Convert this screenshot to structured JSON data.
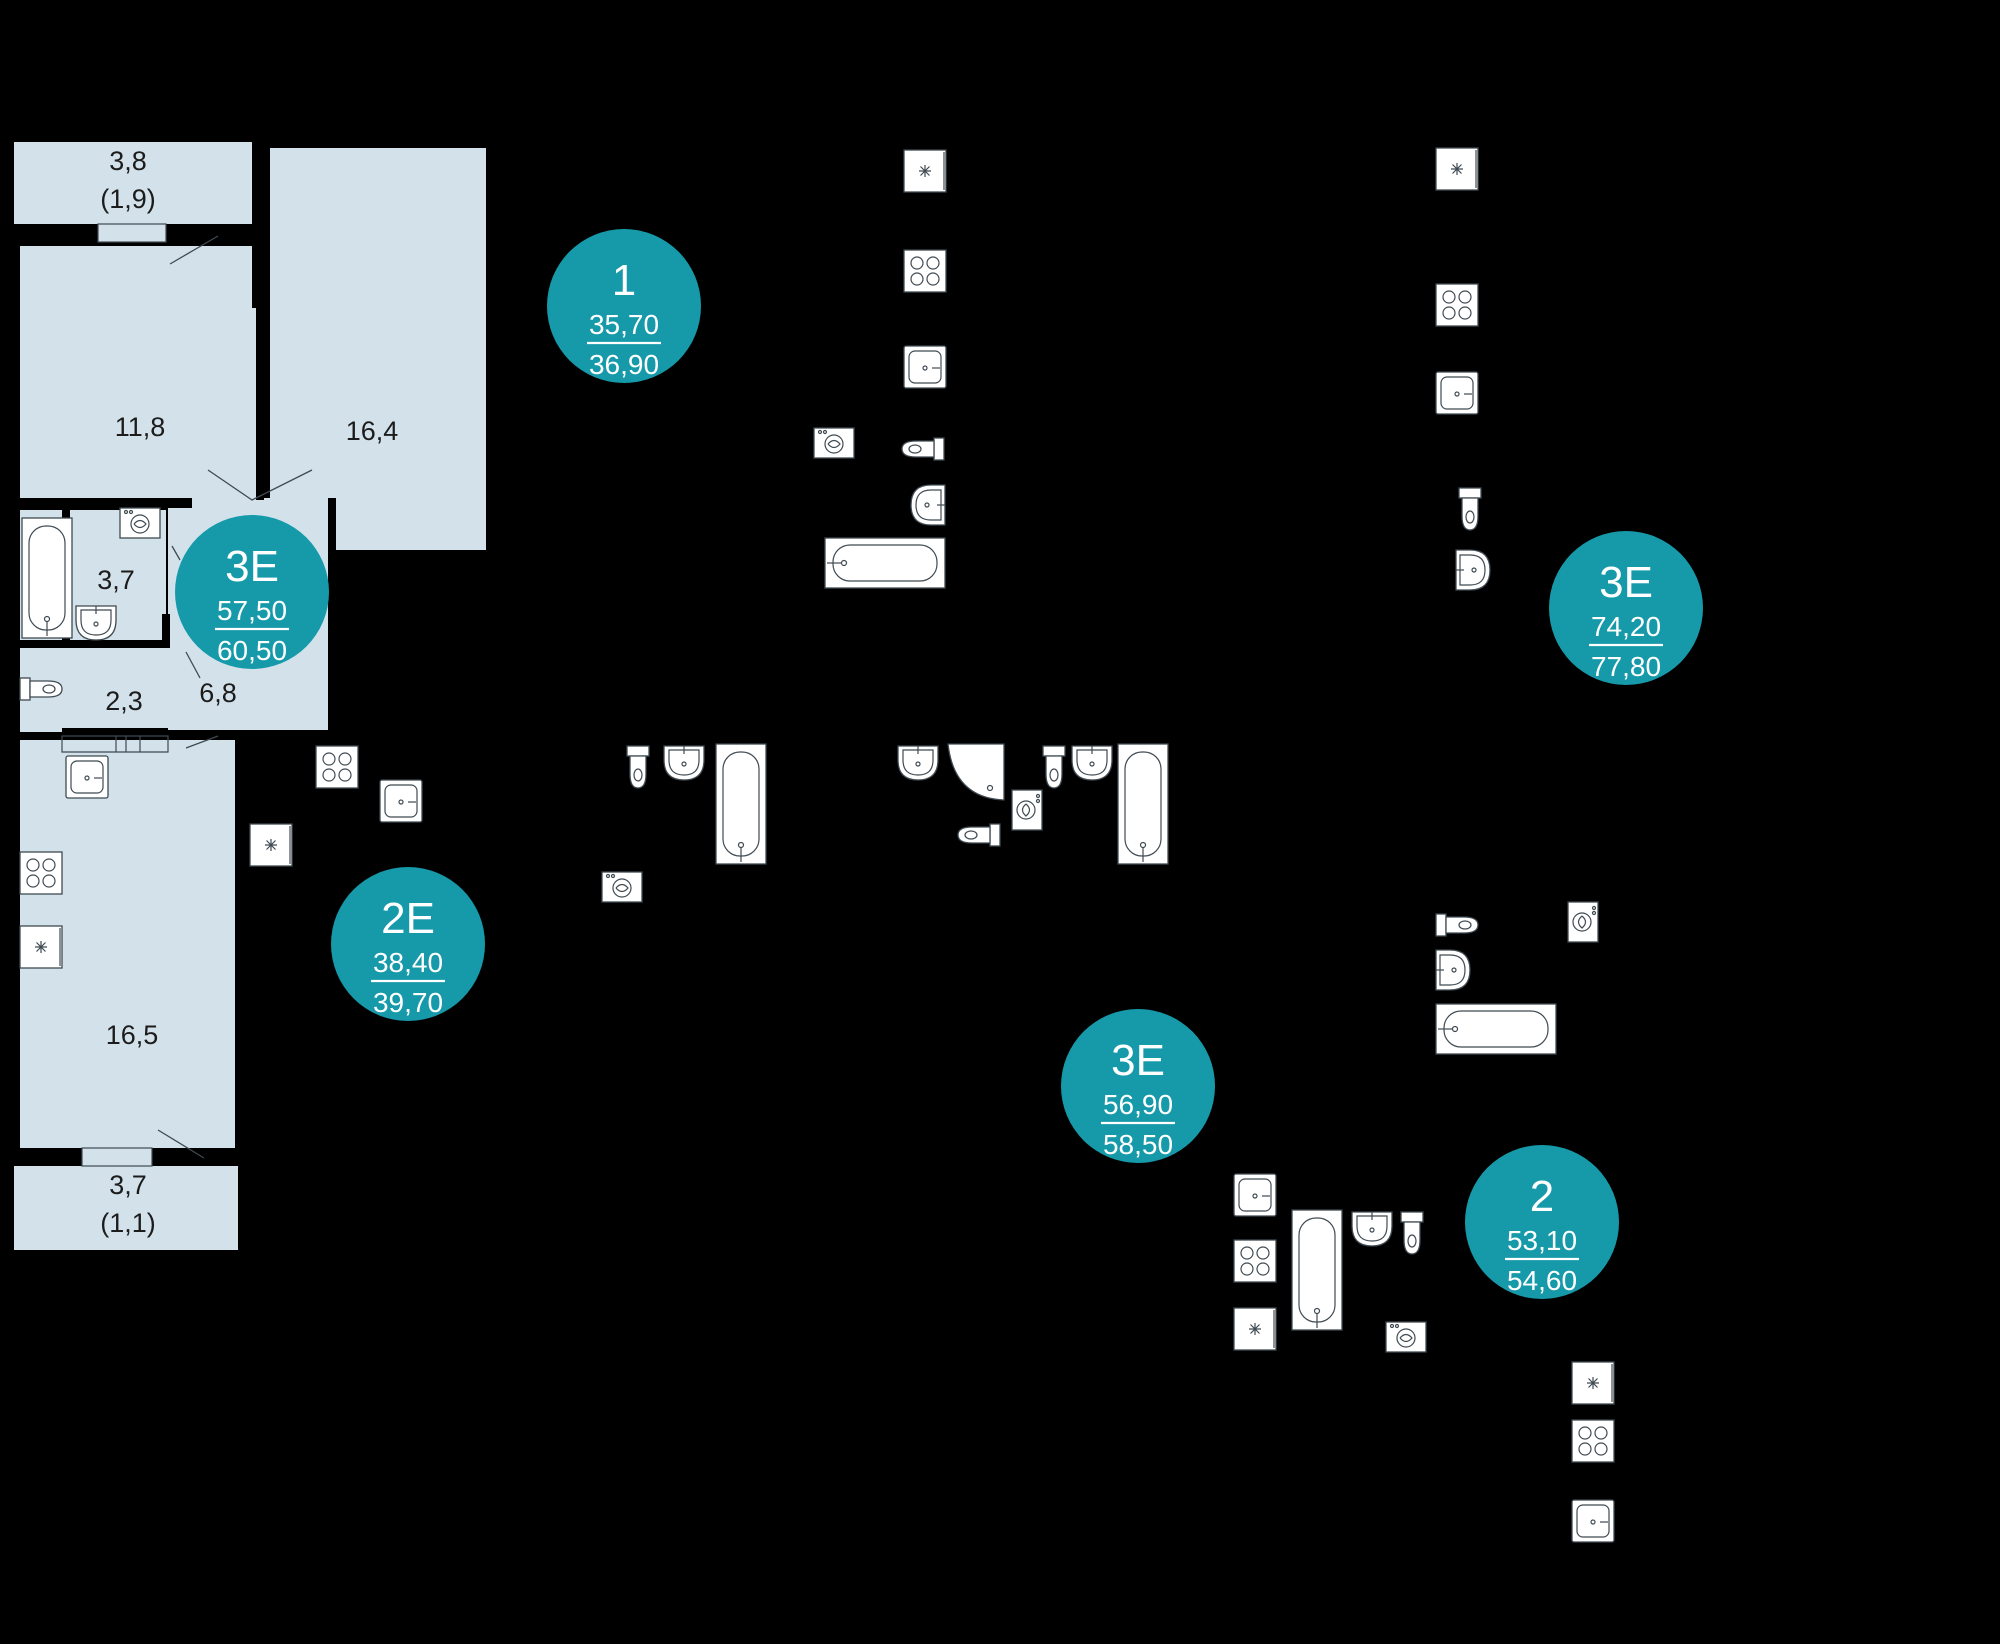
{
  "colors": {
    "background": "#000000",
    "room_fill": "#d3e2ea",
    "badge_fill": "#169aaa",
    "badge_text": "#ffffff",
    "fixture_fill": "#ffffff",
    "fixture_stroke": "#3f4a52"
  },
  "rooms": {
    "balcony_top_area": "3,8",
    "balcony_top_reduced": "(1,9)",
    "bedroom_top_left": "11,8",
    "bedroom_top_right": "16,4",
    "bathroom": "3,7",
    "toilet": "2,3",
    "hallway": "6,8",
    "living_bottom": "16,5",
    "balcony_bottom_area": "3,7",
    "balcony_bottom_reduced": "(1,1)"
  },
  "apartments": [
    {
      "type": "1",
      "living_area": "35,70",
      "total_area": "36,90"
    },
    {
      "type": "3E",
      "living_area": "57,50",
      "total_area": "60,50"
    },
    {
      "type": "3E",
      "living_area": "74,20",
      "total_area": "77,80"
    },
    {
      "type": "2E",
      "living_area": "38,40",
      "total_area": "39,70"
    },
    {
      "type": "3E",
      "living_area": "56,90",
      "total_area": "58,50"
    },
    {
      "type": "2",
      "living_area": "53,10",
      "total_area": "54,60"
    }
  ],
  "fixture_icons": [
    "fridge-icon",
    "stove-icon",
    "sink-icon",
    "washing-machine-icon",
    "toilet-icon",
    "washbasin-icon",
    "bathtub-icon",
    "corner-shower-icon"
  ]
}
